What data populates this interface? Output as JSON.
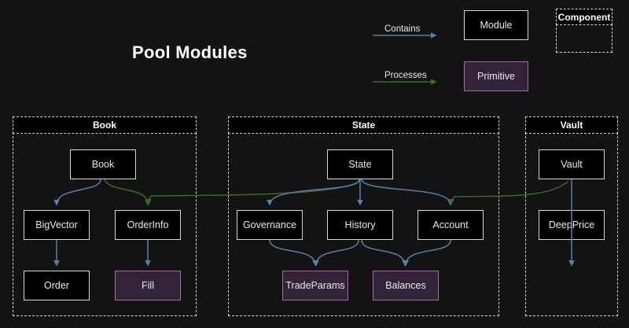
{
  "title": "Pool Modules",
  "colors": {
    "background": "#131313",
    "module_fill": "#000000",
    "module_stroke": "#d8d8d8",
    "primitive_fill": "#342338",
    "primitive_stroke": "#9d6fa0",
    "contains_edge": "#5b7fae",
    "processes_edge": "#3f6b26",
    "text": "#e9e9e9"
  },
  "legend": {
    "contains_label": "Contains",
    "processes_label": "Processes",
    "module_label": "Module",
    "primitive_label": "Primitive",
    "component_label": "Component"
  },
  "diagram": {
    "type": "component-hierarchy",
    "components": [
      {
        "id": "book",
        "label": "Book"
      },
      {
        "id": "state",
        "label": "State"
      },
      {
        "id": "vault",
        "label": "Vault"
      }
    ],
    "nodes": [
      {
        "id": "book",
        "label": "Book",
        "kind": "module",
        "component": "book"
      },
      {
        "id": "bigvector",
        "label": "BigVector",
        "kind": "module",
        "component": "book"
      },
      {
        "id": "orderinfo",
        "label": "OrderInfo",
        "kind": "module",
        "component": "book"
      },
      {
        "id": "order",
        "label": "Order",
        "kind": "module",
        "component": "book"
      },
      {
        "id": "fill",
        "label": "Fill",
        "kind": "primitive",
        "component": "book"
      },
      {
        "id": "state",
        "label": "State",
        "kind": "module",
        "component": "state"
      },
      {
        "id": "governance",
        "label": "Governance",
        "kind": "module",
        "component": "state"
      },
      {
        "id": "history",
        "label": "History",
        "kind": "module",
        "component": "state"
      },
      {
        "id": "account",
        "label": "Account",
        "kind": "module",
        "component": "state"
      },
      {
        "id": "tradeparams",
        "label": "TradeParams",
        "kind": "primitive",
        "component": "state"
      },
      {
        "id": "balances",
        "label": "Balances",
        "kind": "primitive",
        "component": "state"
      },
      {
        "id": "vault",
        "label": "Vault",
        "kind": "module",
        "component": "vault"
      },
      {
        "id": "deepprice",
        "label": "DeepPrice",
        "kind": "module",
        "component": "vault"
      }
    ],
    "edges": [
      {
        "from": "book",
        "to": "bigvector",
        "kind": "contains"
      },
      {
        "from": "bigvector",
        "to": "order",
        "kind": "contains"
      },
      {
        "from": "orderinfo",
        "to": "fill",
        "kind": "contains"
      },
      {
        "from": "state",
        "to": "governance",
        "kind": "contains"
      },
      {
        "from": "state",
        "to": "history",
        "kind": "contains"
      },
      {
        "from": "state",
        "to": "account",
        "kind": "contains"
      },
      {
        "from": "governance",
        "to": "tradeparams",
        "kind": "contains"
      },
      {
        "from": "history",
        "to": "tradeparams",
        "kind": "contains"
      },
      {
        "from": "history",
        "to": "balances",
        "kind": "contains"
      },
      {
        "from": "account",
        "to": "balances",
        "kind": "contains"
      },
      {
        "from": "vault",
        "to": "deepprice",
        "kind": "contains"
      },
      {
        "from": "book",
        "to": "orderinfo",
        "kind": "processes"
      },
      {
        "from": "state",
        "to": "orderinfo",
        "kind": "processes"
      },
      {
        "from": "vault",
        "to": "account",
        "kind": "processes"
      }
    ]
  }
}
